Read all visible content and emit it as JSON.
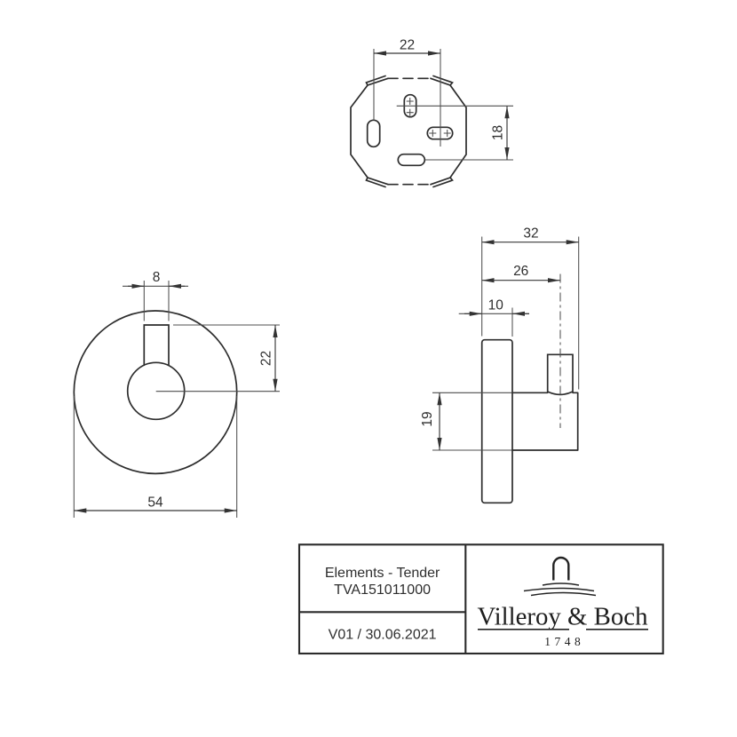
{
  "page": {
    "background": "#ffffff",
    "line_color": "#2d2d2d"
  },
  "views": {
    "top": {
      "dim_hole_spacing_h": "22",
      "dim_hole_spacing_v": "18"
    },
    "front": {
      "dim_stem_width": "8",
      "dim_stem_to_center": "22",
      "dim_diameter": "54"
    },
    "side": {
      "dim_total_depth": "32",
      "dim_tip_center_depth": "26",
      "dim_plate_depth": "10",
      "dim_drop_height": "19"
    }
  },
  "title_block": {
    "series": "Elements - Tender",
    "article_number": "TVA151011000",
    "version": "V01 / 30.06.2021",
    "brand_name": "Villeroy & Boch",
    "brand_year": "1748"
  }
}
